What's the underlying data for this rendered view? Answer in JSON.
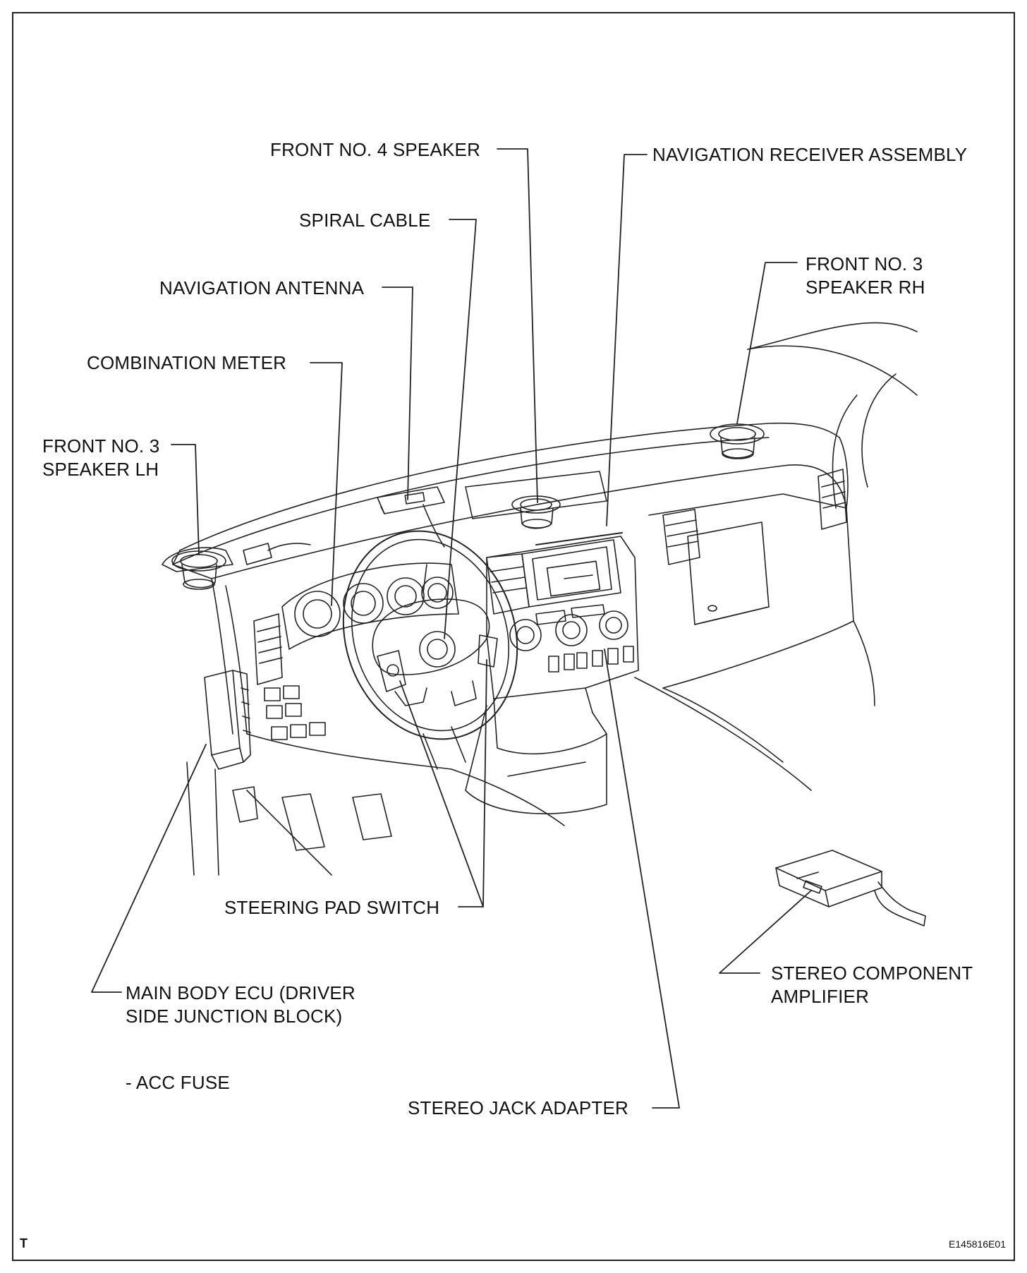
{
  "labels": {
    "front_no4_speaker": "FRONT NO. 4 SPEAKER",
    "navigation_receiver": "NAVIGATION RECEIVER ASSEMBLY",
    "spiral_cable": "SPIRAL CABLE",
    "front_no3_rh_line1": "FRONT NO. 3",
    "front_no3_rh_line2": "SPEAKER RH",
    "navigation_antenna": "NAVIGATION ANTENNA",
    "combination_meter": "COMBINATION METER",
    "front_no3_lh_line1": "FRONT NO. 3",
    "front_no3_lh_line2": "SPEAKER LH",
    "steering_pad_switch": "STEERING PAD SWITCH",
    "stereo_amp_line1": "STEREO COMPONENT",
    "stereo_amp_line2": "AMPLIFIER",
    "main_body_ecu_line1": "MAIN BODY ECU (DRIVER",
    "main_body_ecu_line2": "SIDE JUNCTION BLOCK)",
    "acc_fuse": "- ACC FUSE",
    "stereo_jack_adapter": "STEREO JACK ADAPTER"
  },
  "footer": {
    "corner_mark": "T",
    "figure_code": "E145816E01"
  },
  "colors": {
    "line": "#222222",
    "background": "#ffffff"
  }
}
